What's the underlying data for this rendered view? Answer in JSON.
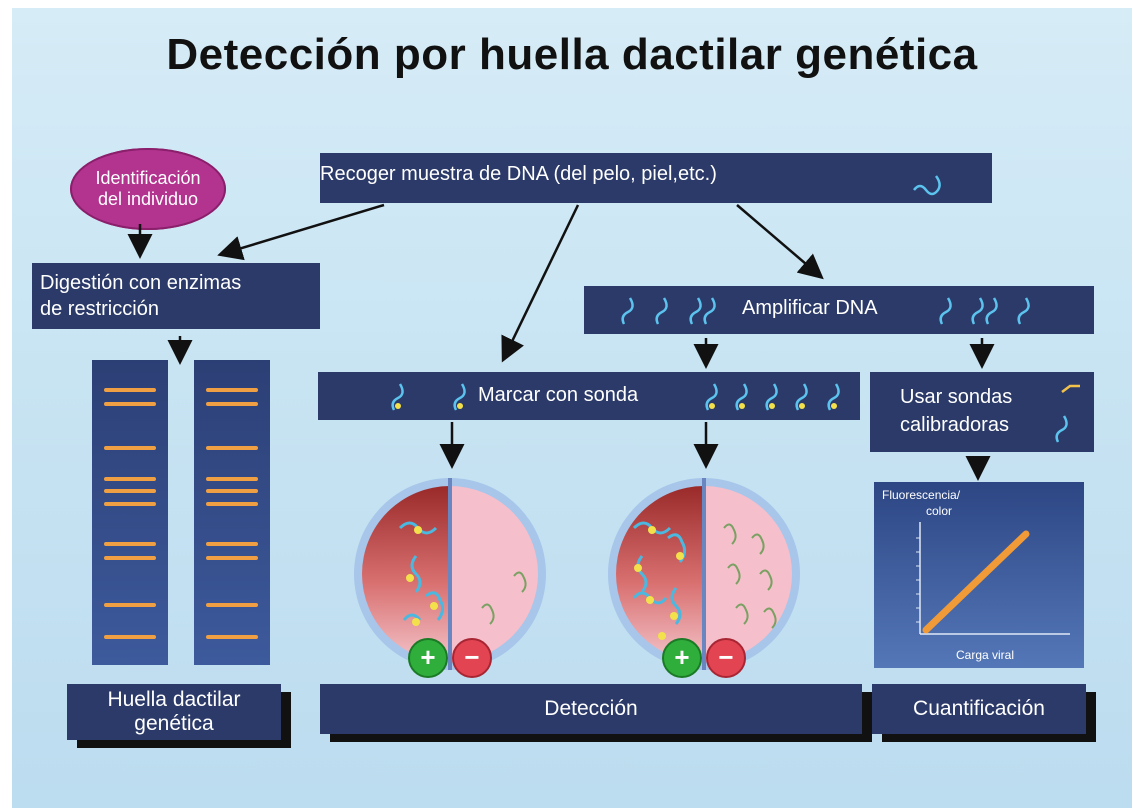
{
  "title": "Detección por huella dactilar genética",
  "ellipse": {
    "line1": "Identificación",
    "line2": "del individuo"
  },
  "collect": "Recoger muestra de DNA (del pelo, piel,etc.)",
  "digest": {
    "line1": "Digestión con enzimas",
    "line2": "de restricción"
  },
  "amplify": "Amplificar DNA",
  "probe": "Marcar con sonda",
  "calibrate": {
    "line1": "Usar sondas",
    "line2": "calibradoras"
  },
  "chart": {
    "ylabel1": "Fluorescencia/",
    "ylabel2": "color",
    "xlabel": "Carga viral"
  },
  "signs": {
    "plus": "+",
    "minus": "−"
  },
  "bottom": {
    "fingerprint1": "Huella dactilar",
    "fingerprint2": "genética",
    "detection": "Detección",
    "quantification": "Cuantificación"
  },
  "colors": {
    "panel": "#2b3a68",
    "ellipse": "#b3348f",
    "band": "#f0a043",
    "plus": "#2fae3c",
    "minus": "#e24452"
  }
}
